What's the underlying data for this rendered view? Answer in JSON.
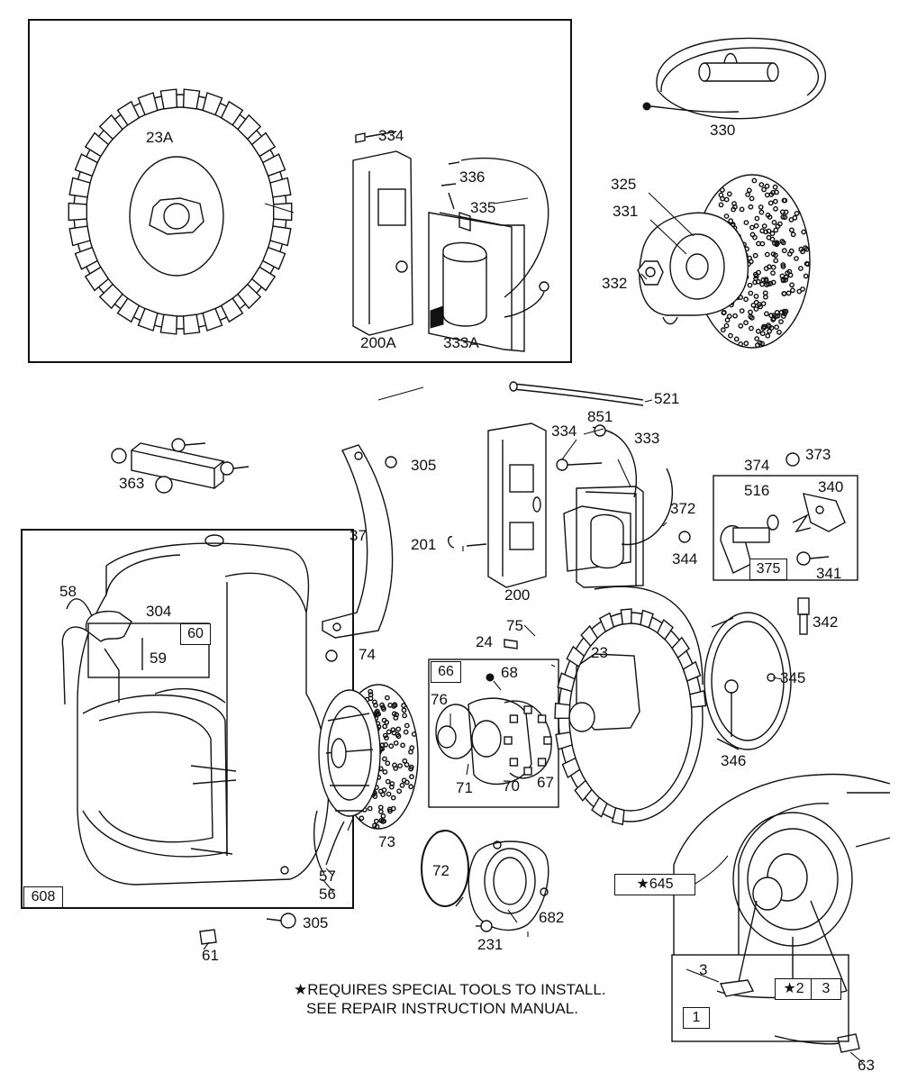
{
  "parts": [
    {
      "key": "p23A",
      "text": "23A"
    },
    {
      "key": "p334a",
      "text": "334"
    },
    {
      "key": "p336",
      "text": "336"
    },
    {
      "key": "p335",
      "text": "335"
    },
    {
      "key": "p200A",
      "text": "200A"
    },
    {
      "key": "p333A",
      "text": "333A"
    },
    {
      "key": "p330",
      "text": "330"
    },
    {
      "key": "p325",
      "text": "325"
    },
    {
      "key": "p331",
      "text": "331"
    },
    {
      "key": "p332",
      "text": "332"
    },
    {
      "key": "p521",
      "text": "521"
    },
    {
      "key": "p851",
      "text": "851"
    },
    {
      "key": "p334b",
      "text": "334"
    },
    {
      "key": "p333",
      "text": "333"
    },
    {
      "key": "p374",
      "text": "374"
    },
    {
      "key": "p373",
      "text": "373"
    },
    {
      "key": "p363",
      "text": "363"
    },
    {
      "key": "p305a",
      "text": "305"
    },
    {
      "key": "p37",
      "text": "37"
    },
    {
      "key": "p201",
      "text": "201"
    },
    {
      "key": "p200",
      "text": "200"
    },
    {
      "key": "p372",
      "text": "372"
    },
    {
      "key": "p516",
      "text": "516"
    },
    {
      "key": "p340",
      "text": "340"
    },
    {
      "key": "p344",
      "text": "344"
    },
    {
      "key": "p341",
      "text": "341"
    },
    {
      "key": "p58",
      "text": "58"
    },
    {
      "key": "p304",
      "text": "304"
    },
    {
      "key": "p59",
      "text": "59"
    },
    {
      "key": "p74",
      "text": "74"
    },
    {
      "key": "p24",
      "text": "24"
    },
    {
      "key": "p75",
      "text": "75"
    },
    {
      "key": "p23",
      "text": "23"
    },
    {
      "key": "p342",
      "text": "342"
    },
    {
      "key": "p68",
      "text": "68"
    },
    {
      "key": "p76",
      "text": "76"
    },
    {
      "key": "p345",
      "text": "345"
    },
    {
      "key": "p71",
      "text": "71"
    },
    {
      "key": "p70",
      "text": "70"
    },
    {
      "key": "p67",
      "text": "67"
    },
    {
      "key": "p346",
      "text": "346"
    },
    {
      "key": "p73",
      "text": "73"
    },
    {
      "key": "p72",
      "text": "72"
    },
    {
      "key": "p57",
      "text": "57"
    },
    {
      "key": "p56",
      "text": "56"
    },
    {
      "key": "p682",
      "text": "682"
    },
    {
      "key": "p231",
      "text": "231"
    },
    {
      "key": "p305b",
      "text": "305"
    },
    {
      "key": "p61",
      "text": "61"
    },
    {
      "key": "p3a",
      "text": "3"
    },
    {
      "key": "p63",
      "text": "63"
    }
  ],
  "boxed_labels": [
    {
      "key": "b60",
      "text": "60"
    },
    {
      "key": "b66",
      "text": "66"
    },
    {
      "key": "b375",
      "text": "375"
    },
    {
      "key": "b608",
      "text": "608"
    },
    {
      "key": "b645",
      "text": "★645"
    },
    {
      "key": "b2",
      "text": "★2"
    },
    {
      "key": "b3",
      "text": "3"
    },
    {
      "key": "b1",
      "text": "1"
    }
  ],
  "note": {
    "line1": "★REQUIRES SPECIAL TOOLS TO INSTALL.",
    "line2": "SEE REPAIR INSTRUCTION MANUAL."
  }
}
